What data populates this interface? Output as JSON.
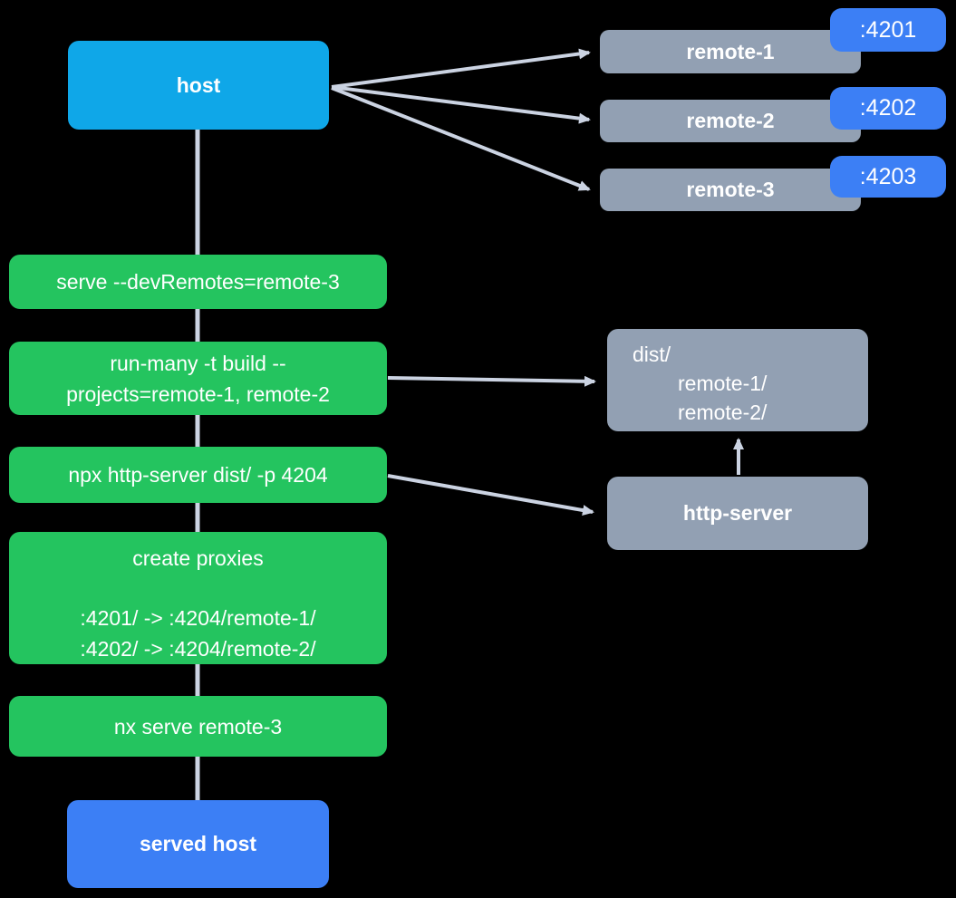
{
  "diagram": {
    "background_color": "#000000",
    "colors": {
      "host_box": "#0FA7E8",
      "command_box": "#24C45F",
      "remote_box": "#92A0B3",
      "port_badge": "#3C7FF5",
      "served_host_box": "#3C7FF5",
      "arrow": "#CBD3E2",
      "text": "#FFFFFF"
    },
    "host": {
      "label": "host"
    },
    "remotes": [
      {
        "label": "remote-1",
        "port": ":4201"
      },
      {
        "label": "remote-2",
        "port": ":4202"
      },
      {
        "label": "remote-3",
        "port": ":4203"
      }
    ],
    "steps": {
      "serve": {
        "label": "serve --devRemotes=remote-3"
      },
      "build": {
        "line1": "run-many -t build --",
        "line2": "projects=remote-1, remote-2"
      },
      "http": {
        "label": "npx http-server dist/ -p 4204"
      },
      "proxies": {
        "title": "create proxies",
        "map1": ":4201/ -> :4204/remote-1/",
        "map2": ":4202/ -> :4204/remote-2/"
      },
      "serve_remote3": {
        "label": "nx serve remote-3"
      }
    },
    "dist": {
      "root": "dist/",
      "child1": "remote-1/",
      "child2": "remote-2/"
    },
    "http_server": {
      "label": "http-server"
    },
    "served_host": {
      "label": "served host"
    }
  }
}
